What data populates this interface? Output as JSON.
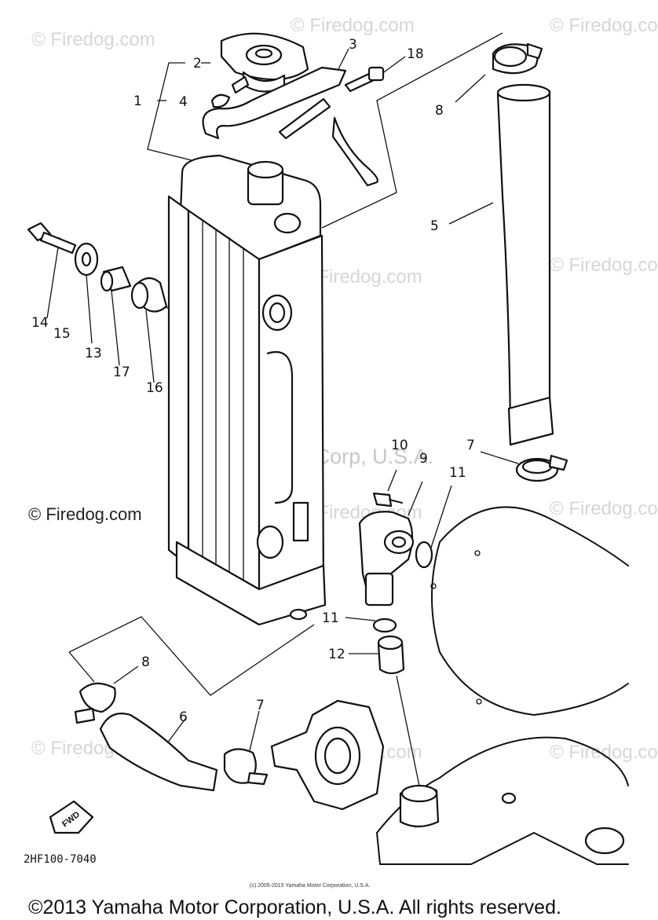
{
  "watermarks": {
    "brand": "© Firedog.com",
    "center": "Yamaha Motor Corp, U.S.A.",
    "side": "© Firedog.com"
  },
  "callouts": {
    "c1": "1",
    "c2": "2",
    "c3": "3",
    "c4": "4",
    "c5": "5",
    "c6": "6",
    "c7a": "7",
    "c7b": "7",
    "c8a": "8",
    "c8b": "8",
    "c9": "9",
    "c10": "10",
    "c11a": "11",
    "c11b": "11",
    "c12": "12",
    "c13": "13",
    "c14": "14",
    "c15": "15",
    "c16": "16",
    "c17": "17",
    "c18": "18"
  },
  "fwd_label": "FWD",
  "diagram_code": "2HF100-7040",
  "fine_print": "(c) 2005-2015 Yamaha Motor Corporation, U.S.A.",
  "copyright": "©2013 Yamaha Motor Corporation, U.S.A. All rights reserved."
}
